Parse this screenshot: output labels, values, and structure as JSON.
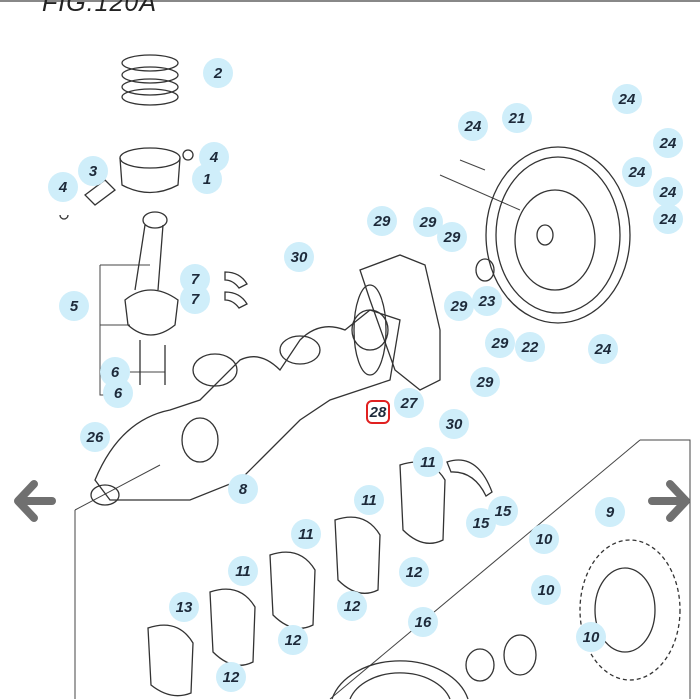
{
  "figure": {
    "title": "FIG.120A"
  },
  "callouts": [
    "2",
    "4",
    "1",
    "3",
    "4",
    "5",
    "7",
    "7",
    "6",
    "6",
    "26",
    "8",
    "24",
    "21",
    "24",
    "24",
    "24",
    "24",
    "24",
    "29",
    "29",
    "29",
    "30",
    "29",
    "23",
    "22",
    "24",
    "29",
    "29",
    "27",
    "28",
    "30",
    "11",
    "15",
    "15",
    "11",
    "12",
    "9",
    "11",
    "10",
    "11",
    "12",
    "10",
    "13",
    "12",
    "16",
    "10",
    "12"
  ],
  "highlighted_callout": "28",
  "navigation": {
    "prev_icon": "arrow-left-icon",
    "next_icon": "arrow-right-icon"
  },
  "colors": {
    "callout_bg": "#cfeefa",
    "highlight": "#e02020",
    "arrow": "#707070"
  }
}
